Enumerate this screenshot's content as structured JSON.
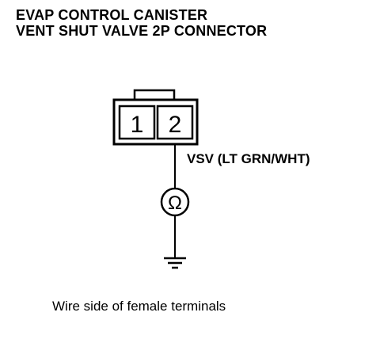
{
  "title": {
    "line1": "EVAP CONTROL CANISTER",
    "line2": "VENT SHUT VALVE 2P CONNECTOR"
  },
  "connector": {
    "terminals": [
      "1",
      "2"
    ]
  },
  "wire_label": "VSV (LT GRN/WHT)",
  "meter_symbol": "Ω",
  "caption": "Wire side of female terminals"
}
